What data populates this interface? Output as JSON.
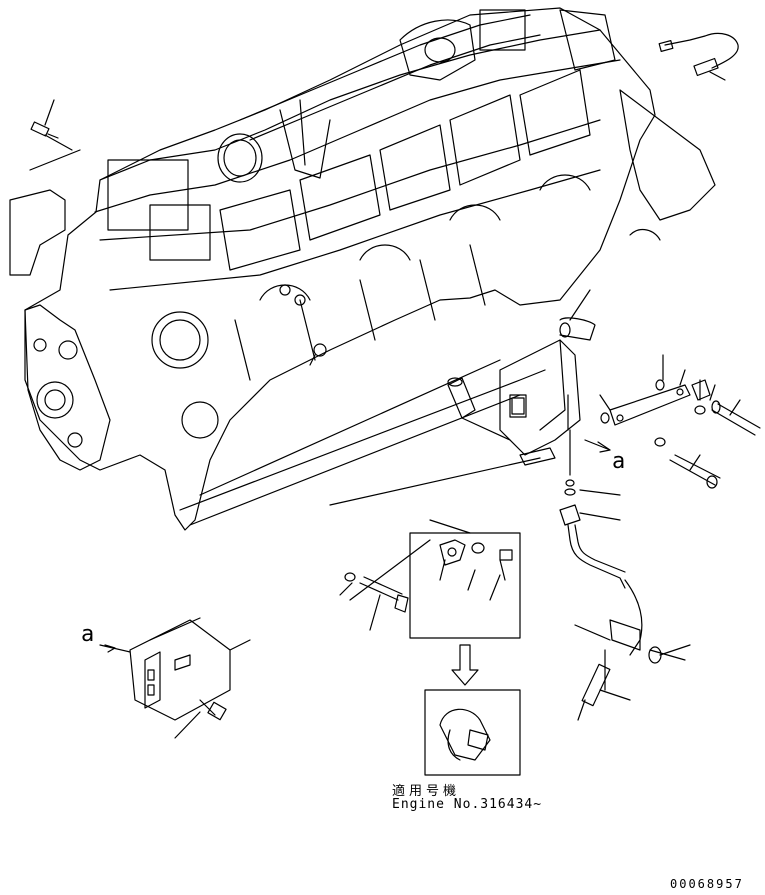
{
  "labels": {
    "ref_a_left": "a",
    "ref_a_right": "a",
    "serial_applicability": "適用号機",
    "serial_engine_number": "Engine No.316434~",
    "document_id": "00068957"
  },
  "colors": {
    "line": "#000000",
    "background": "#ffffff"
  }
}
